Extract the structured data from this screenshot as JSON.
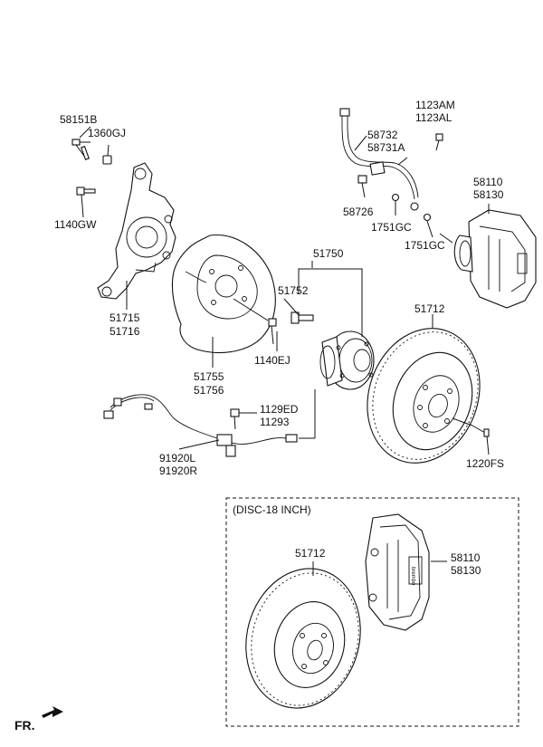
{
  "labels": {
    "p58151B": "58151B",
    "p1360GJ": "1360GJ",
    "p1140GW": "1140GW",
    "p51715": "51715",
    "p51716": "51716",
    "p51755": "51755",
    "p51756": "51756",
    "p1140EJ": "1140EJ",
    "p51750": "51750",
    "p51752": "51752",
    "p1123AM": "1123AM",
    "p1123AL": "1123AL",
    "p58732": "58732",
    "p58731A": "58731A",
    "p58726": "58726",
    "p1751GC_a": "1751GC",
    "p1751GC_b": "1751GC",
    "p58110": "58110",
    "p58130": "58130",
    "p51712": "51712",
    "p1129ED": "1129ED",
    "p11293": "11293",
    "p1220FS": "1220FS",
    "p91920L": "91920L",
    "p91920R": "91920R"
  },
  "inset": {
    "title": "(DISC-18 INCH)",
    "p51712": "51712",
    "p58110": "58110",
    "p58130": "58130"
  },
  "orientation": {
    "label": "FR."
  }
}
